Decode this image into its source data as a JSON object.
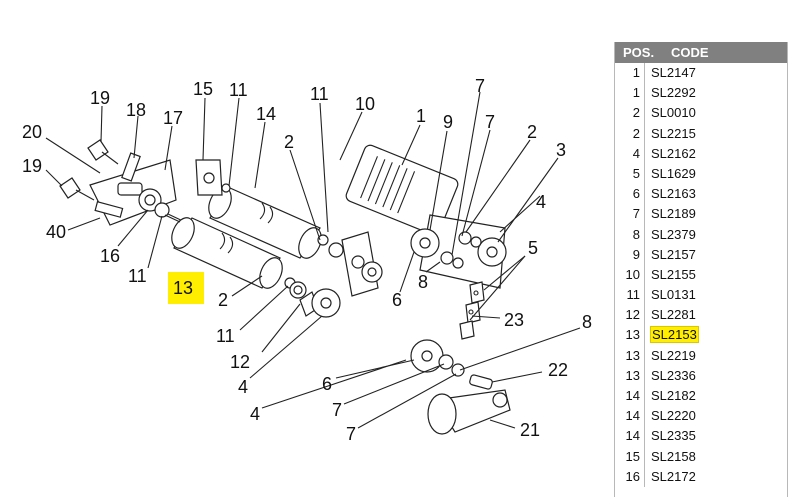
{
  "diagram": {
    "highlight_color": "#ffee00",
    "callouts": [
      {
        "id": "c19a",
        "text": "19"
      },
      {
        "id": "c18",
        "text": "18"
      },
      {
        "id": "c17",
        "text": "17"
      },
      {
        "id": "c15",
        "text": "15"
      },
      {
        "id": "c11a",
        "text": "11"
      },
      {
        "id": "c14",
        "text": "14"
      },
      {
        "id": "c11b",
        "text": "11"
      },
      {
        "id": "c10",
        "text": "10"
      },
      {
        "id": "c1",
        "text": "1"
      },
      {
        "id": "c9",
        "text": "9"
      },
      {
        "id": "c7a",
        "text": "7"
      },
      {
        "id": "c7b",
        "text": "7"
      },
      {
        "id": "c2a",
        "text": "2"
      },
      {
        "id": "c3",
        "text": "3"
      },
      {
        "id": "c20",
        "text": "20"
      },
      {
        "id": "c2b",
        "text": "2"
      },
      {
        "id": "c19b",
        "text": "19"
      },
      {
        "id": "c40",
        "text": "40"
      },
      {
        "id": "c16",
        "text": "16"
      },
      {
        "id": "c11c",
        "text": "11"
      },
      {
        "id": "c13",
        "text": "13"
      },
      {
        "id": "c2c",
        "text": "2"
      },
      {
        "id": "c11d",
        "text": "11"
      },
      {
        "id": "c12",
        "text": "12"
      },
      {
        "id": "c4a",
        "text": "4"
      },
      {
        "id": "c4b",
        "text": "4"
      },
      {
        "id": "c6a",
        "text": "6"
      },
      {
        "id": "c8a",
        "text": "8"
      },
      {
        "id": "c4c",
        "text": "4"
      },
      {
        "id": "c5",
        "text": "5"
      },
      {
        "id": "c23",
        "text": "23"
      },
      {
        "id": "c8b",
        "text": "8"
      },
      {
        "id": "c22",
        "text": "22"
      },
      {
        "id": "c6b",
        "text": "6"
      },
      {
        "id": "c7c",
        "text": "7"
      },
      {
        "id": "c7d",
        "text": "7"
      },
      {
        "id": "c21",
        "text": "21"
      }
    ]
  },
  "table": {
    "headers": {
      "pos": "POS.",
      "code": "CODE"
    },
    "highlight_color": "#ffee00",
    "rows": [
      {
        "pos": "1",
        "code": "SL2147",
        "highlight": false
      },
      {
        "pos": "1",
        "code": "SL2292",
        "highlight": false
      },
      {
        "pos": "2",
        "code": "SL0010",
        "highlight": false
      },
      {
        "pos": "2",
        "code": "SL2215",
        "highlight": false
      },
      {
        "pos": "4",
        "code": "SL2162",
        "highlight": false
      },
      {
        "pos": "5",
        "code": "SL1629",
        "highlight": false
      },
      {
        "pos": "6",
        "code": "SL2163",
        "highlight": false
      },
      {
        "pos": "7",
        "code": "SL2189",
        "highlight": false
      },
      {
        "pos": "8",
        "code": "SL2379",
        "highlight": false
      },
      {
        "pos": "9",
        "code": "SL2157",
        "highlight": false
      },
      {
        "pos": "10",
        "code": "SL2155",
        "highlight": false
      },
      {
        "pos": "11",
        "code": "SL0131",
        "highlight": false
      },
      {
        "pos": "12",
        "code": "SL2281",
        "highlight": false
      },
      {
        "pos": "13",
        "code": "SL2153",
        "highlight": true
      },
      {
        "pos": "13",
        "code": "SL2219",
        "highlight": false
      },
      {
        "pos": "13",
        "code": "SL2336",
        "highlight": false
      },
      {
        "pos": "14",
        "code": "SL2182",
        "highlight": false
      },
      {
        "pos": "14",
        "code": "SL2220",
        "highlight": false
      },
      {
        "pos": "14",
        "code": "SL2335",
        "highlight": false
      },
      {
        "pos": "15",
        "code": "SL2158",
        "highlight": false
      },
      {
        "pos": "16",
        "code": "SL2172",
        "highlight": false
      }
    ]
  }
}
